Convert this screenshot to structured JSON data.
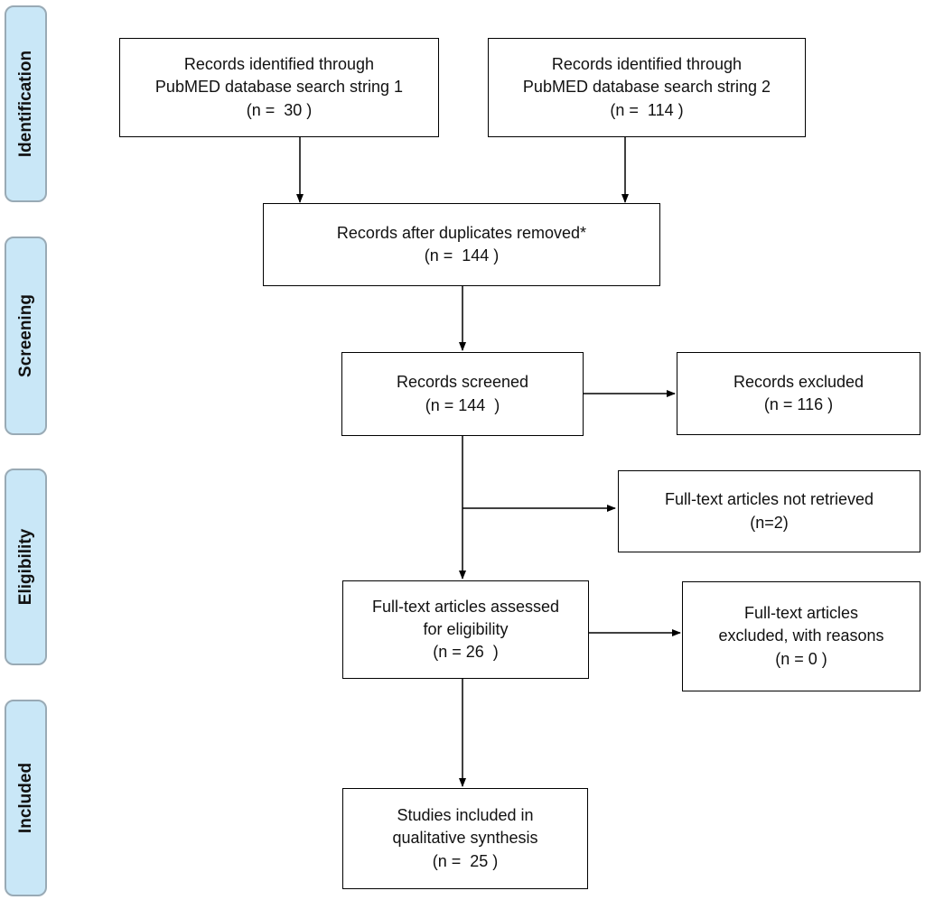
{
  "stages": {
    "identification": "Identification",
    "screening": "Screening",
    "eligibility": "Eligibility",
    "included": "Included"
  },
  "boxes": {
    "search1": {
      "line1": "Records identified through",
      "line2": "PubMED database search string 1",
      "count": "(n =  30 )"
    },
    "search2": {
      "line1": "Records identified through",
      "line2": "PubMED database search string 2",
      "count": "(n =  114 )"
    },
    "deduplicated": {
      "line1": "Records after duplicates removed*",
      "count": "(n =  144 )"
    },
    "screened": {
      "line1": "Records screened",
      "count": "(n = 144  )"
    },
    "excluded": {
      "line1": "Records excluded",
      "count": "(n = 116 )"
    },
    "not_retrieved": {
      "line1": "Full-text articles not retrieved",
      "count": "(n=2)"
    },
    "assessed": {
      "line1": "Full-text articles assessed",
      "line2": "for eligibility",
      "count": "(n = 26  )"
    },
    "fulltext_excluded": {
      "line1": "Full-text articles",
      "line2": "excluded, with reasons",
      "count": "(n = 0 )"
    },
    "included": {
      "line1": "Studies included in",
      "line2": "qualitative synthesis",
      "count": "(n =  25 )"
    }
  }
}
